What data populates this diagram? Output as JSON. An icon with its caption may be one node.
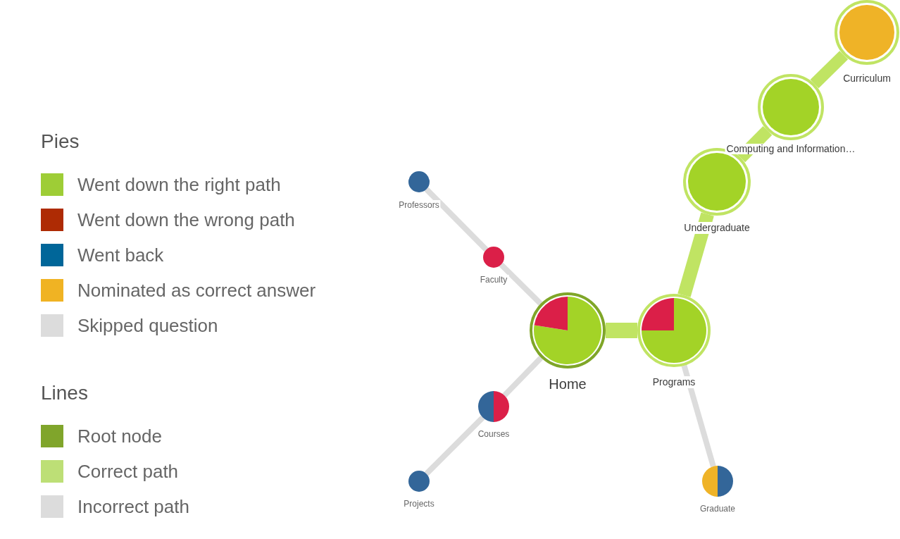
{
  "diagram": {
    "nodes": [
      {
        "text": [
          "Home"
        ]
      },
      {
        "text": [
          "Faculty"
        ]
      },
      {
        "text": [
          "Professors"
        ]
      },
      {
        "text": [
          "Courses"
        ]
      },
      {
        "text": [
          "Projects"
        ]
      },
      {
        "text": [
          "Programs"
        ]
      },
      {
        "text": [
          "Undergraduate"
        ]
      },
      {
        "text": [
          "Computing and Information…"
        ]
      },
      {
        "text": [
          "Curriculum"
        ]
      },
      {
        "text": [
          "Graduate"
        ]
      }
    ],
    "edges": [
      {
        "from": 0,
        "to": 1,
        "arrow": "none"
      },
      {
        "from": 1,
        "to": 2,
        "arrow": "none"
      },
      {
        "from": 0,
        "to": 3,
        "arrow": "none"
      },
      {
        "from": 3,
        "to": 4,
        "arrow": "none"
      },
      {
        "from": 0,
        "to": 5,
        "arrow": "none",
        "style": "thick",
        "color": "#c0e463"
      },
      {
        "from": 5,
        "to": 6,
        "arrow": "none",
        "style": "thick",
        "color": "#c0e463"
      },
      {
        "from": 6,
        "to": 7,
        "arrow": "none",
        "style": "thick",
        "color": "#c0e463"
      },
      {
        "from": 7,
        "to": 8,
        "arrow": "none",
        "style": "thick",
        "color": "#c0e463"
      },
      {
        "from": 5,
        "to": 9,
        "arrow": "none"
      }
    ],
    "labels": [
      "Pies",
      "Lines"
    ],
    "legend": [
      {
        "text": "Went down the right path",
        "color": "#9ecd36"
      },
      {
        "text": "Went down the wrong path",
        "color": "#ae2b04"
      },
      {
        "text": "Went back",
        "color": "#006699"
      },
      {
        "text": "Nominated as correct answer",
        "color": "#f0b323"
      },
      {
        "text": "Skipped question",
        "color": "#dcdcdc"
      },
      {
        "text": "Root node",
        "color": "#80a52b"
      },
      {
        "text": "Correct path",
        "color": "#bddf76"
      },
      {
        "text": "Incorrect path",
        "color": "#dcdcdc"
      }
    ]
  }
}
